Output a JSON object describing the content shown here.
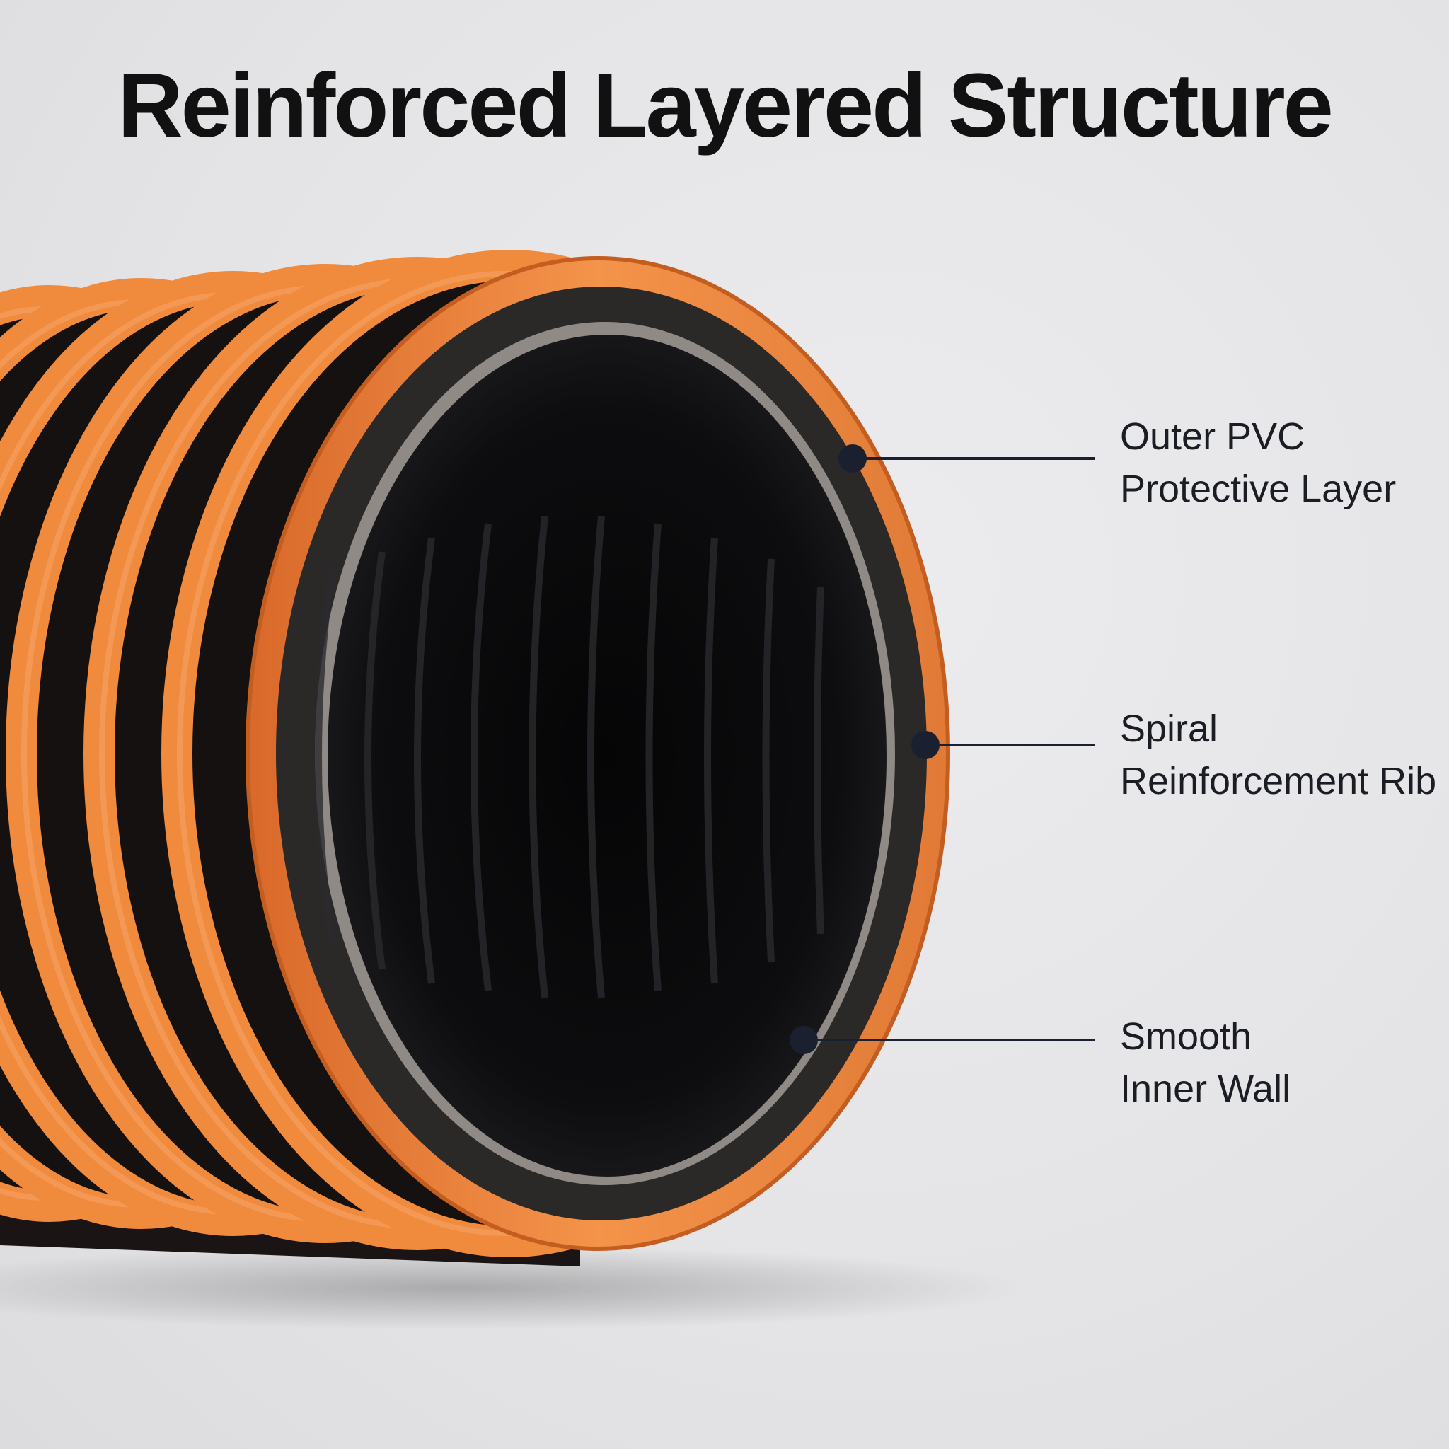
{
  "title": "Reinforced Layered Structure",
  "callouts": [
    {
      "name": "outer-pvc-layer",
      "line1": "Outer PVC",
      "line2": "Protective Layer"
    },
    {
      "name": "spiral-rib",
      "line1": "Spiral",
      "line2": "Reinforcement Rib"
    },
    {
      "name": "smooth-inner-wall",
      "line1": "Smooth",
      "line2": "Inner Wall"
    }
  ],
  "colors": {
    "hose_orange": "#f08a3c",
    "hose_orange_dark": "#c9601f",
    "hose_interior": "#0b0b0c",
    "wall_layer": "#2c2a2a",
    "callout_dot": "#1a2030",
    "callout_line": "#1a2030",
    "background": "#e6e6e8"
  }
}
